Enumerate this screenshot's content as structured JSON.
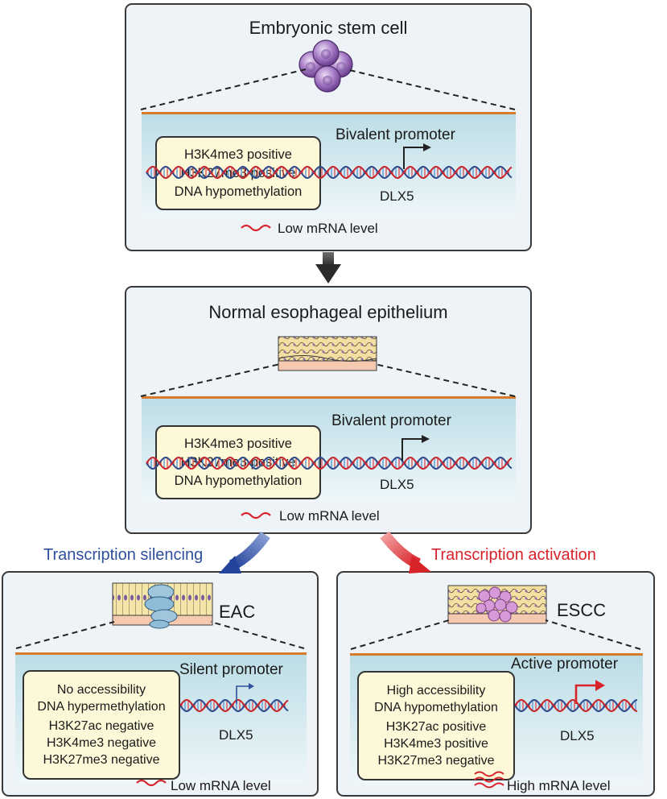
{
  "panels": {
    "esc": {
      "title": "Embryonic stem cell",
      "info": [
        "H3K4me3 positive",
        "H3K27me3 positive",
        "DNA hypomethylation"
      ],
      "promoter_label": "Bivalent promoter",
      "gene": "DLX5",
      "mrna": "Low mRNA level"
    },
    "normal": {
      "title": "Normal esophageal epithelium",
      "info": [
        "H3K4me3 positive",
        "H3K27me3 positive",
        "DNA hypomethylation"
      ],
      "promoter_label": "Bivalent promoter",
      "gene": "DLX5",
      "mrna": "Low mRNA level"
    },
    "eac": {
      "title": "EAC",
      "info": [
        "No accessibility",
        "DNA hypermethylation",
        "H3K27ac negative",
        "H3K4me3 negative",
        "H3K27me3 negative"
      ],
      "promoter_label": "Silent promoter",
      "gene": "DLX5",
      "mrna": "Low mRNA level",
      "arrow_label": "Transcription silencing"
    },
    "escc": {
      "title": "ESCC",
      "info": [
        "High accessibility",
        "DNA hypomethylation",
        "H3K27ac positive",
        "H3K4me3 positive",
        "H3K27me3 negative"
      ],
      "promoter_label": "Active promoter",
      "gene": "DLX5",
      "mrna": "High mRNA level",
      "arrow_label": "Transcription activation"
    }
  },
  "colors": {
    "silencing": "#2e4f9c",
    "activation": "#d8232a",
    "band_top": "#d77a2c",
    "mrna": "#d8232a",
    "info_bg": "#fdf9d8"
  }
}
